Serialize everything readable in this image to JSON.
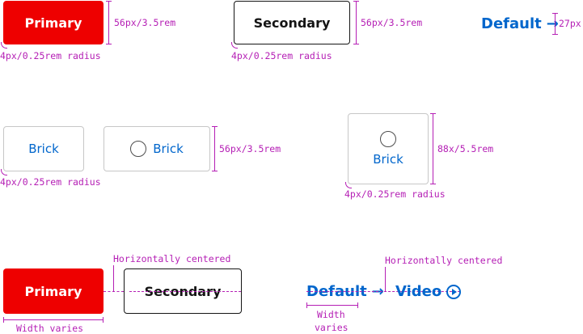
{
  "row1": {
    "primary_label": "Primary",
    "primary_height_spec": "56px/3.5rem",
    "primary_radius_spec": "4px/0.25rem radius",
    "secondary_label": "Secondary",
    "secondary_height_spec": "56px/3.5rem",
    "secondary_radius_spec": "4px/0.25rem radius",
    "default_label": "Default",
    "default_arrow": "→",
    "default_height_spec": "27px"
  },
  "row2": {
    "brick1_label": "Brick",
    "brick1_radius_spec": "4px/0.25rem radius",
    "brick2_label": "Brick",
    "brick2_height_spec": "56px/3.5rem",
    "brick3_label": "Brick",
    "brick3_height_spec": "88x/5.5rem",
    "brick3_radius_spec": "4px/0.25rem radius"
  },
  "row3": {
    "primary_label": "Primary",
    "primary_width_spec": "Width varies",
    "secondary_label": "Secondary",
    "centered_spec_left": "Horizontally centered",
    "default_label": "Default",
    "default_arrow": "→",
    "default_width_spec_line1": "Width",
    "default_width_spec_line2": "varies",
    "video_label": "Video",
    "centered_spec_right": "Horizontally centered"
  },
  "icons": {
    "arrow": "arrow-right-icon",
    "circle": "circle-placeholder-icon",
    "play": "play-circle-icon"
  },
  "colors": {
    "primary": "#ee0000",
    "link": "#0066cc",
    "spec": "#b51fb5",
    "border": "#c7c7c7",
    "dark": "#151515"
  }
}
